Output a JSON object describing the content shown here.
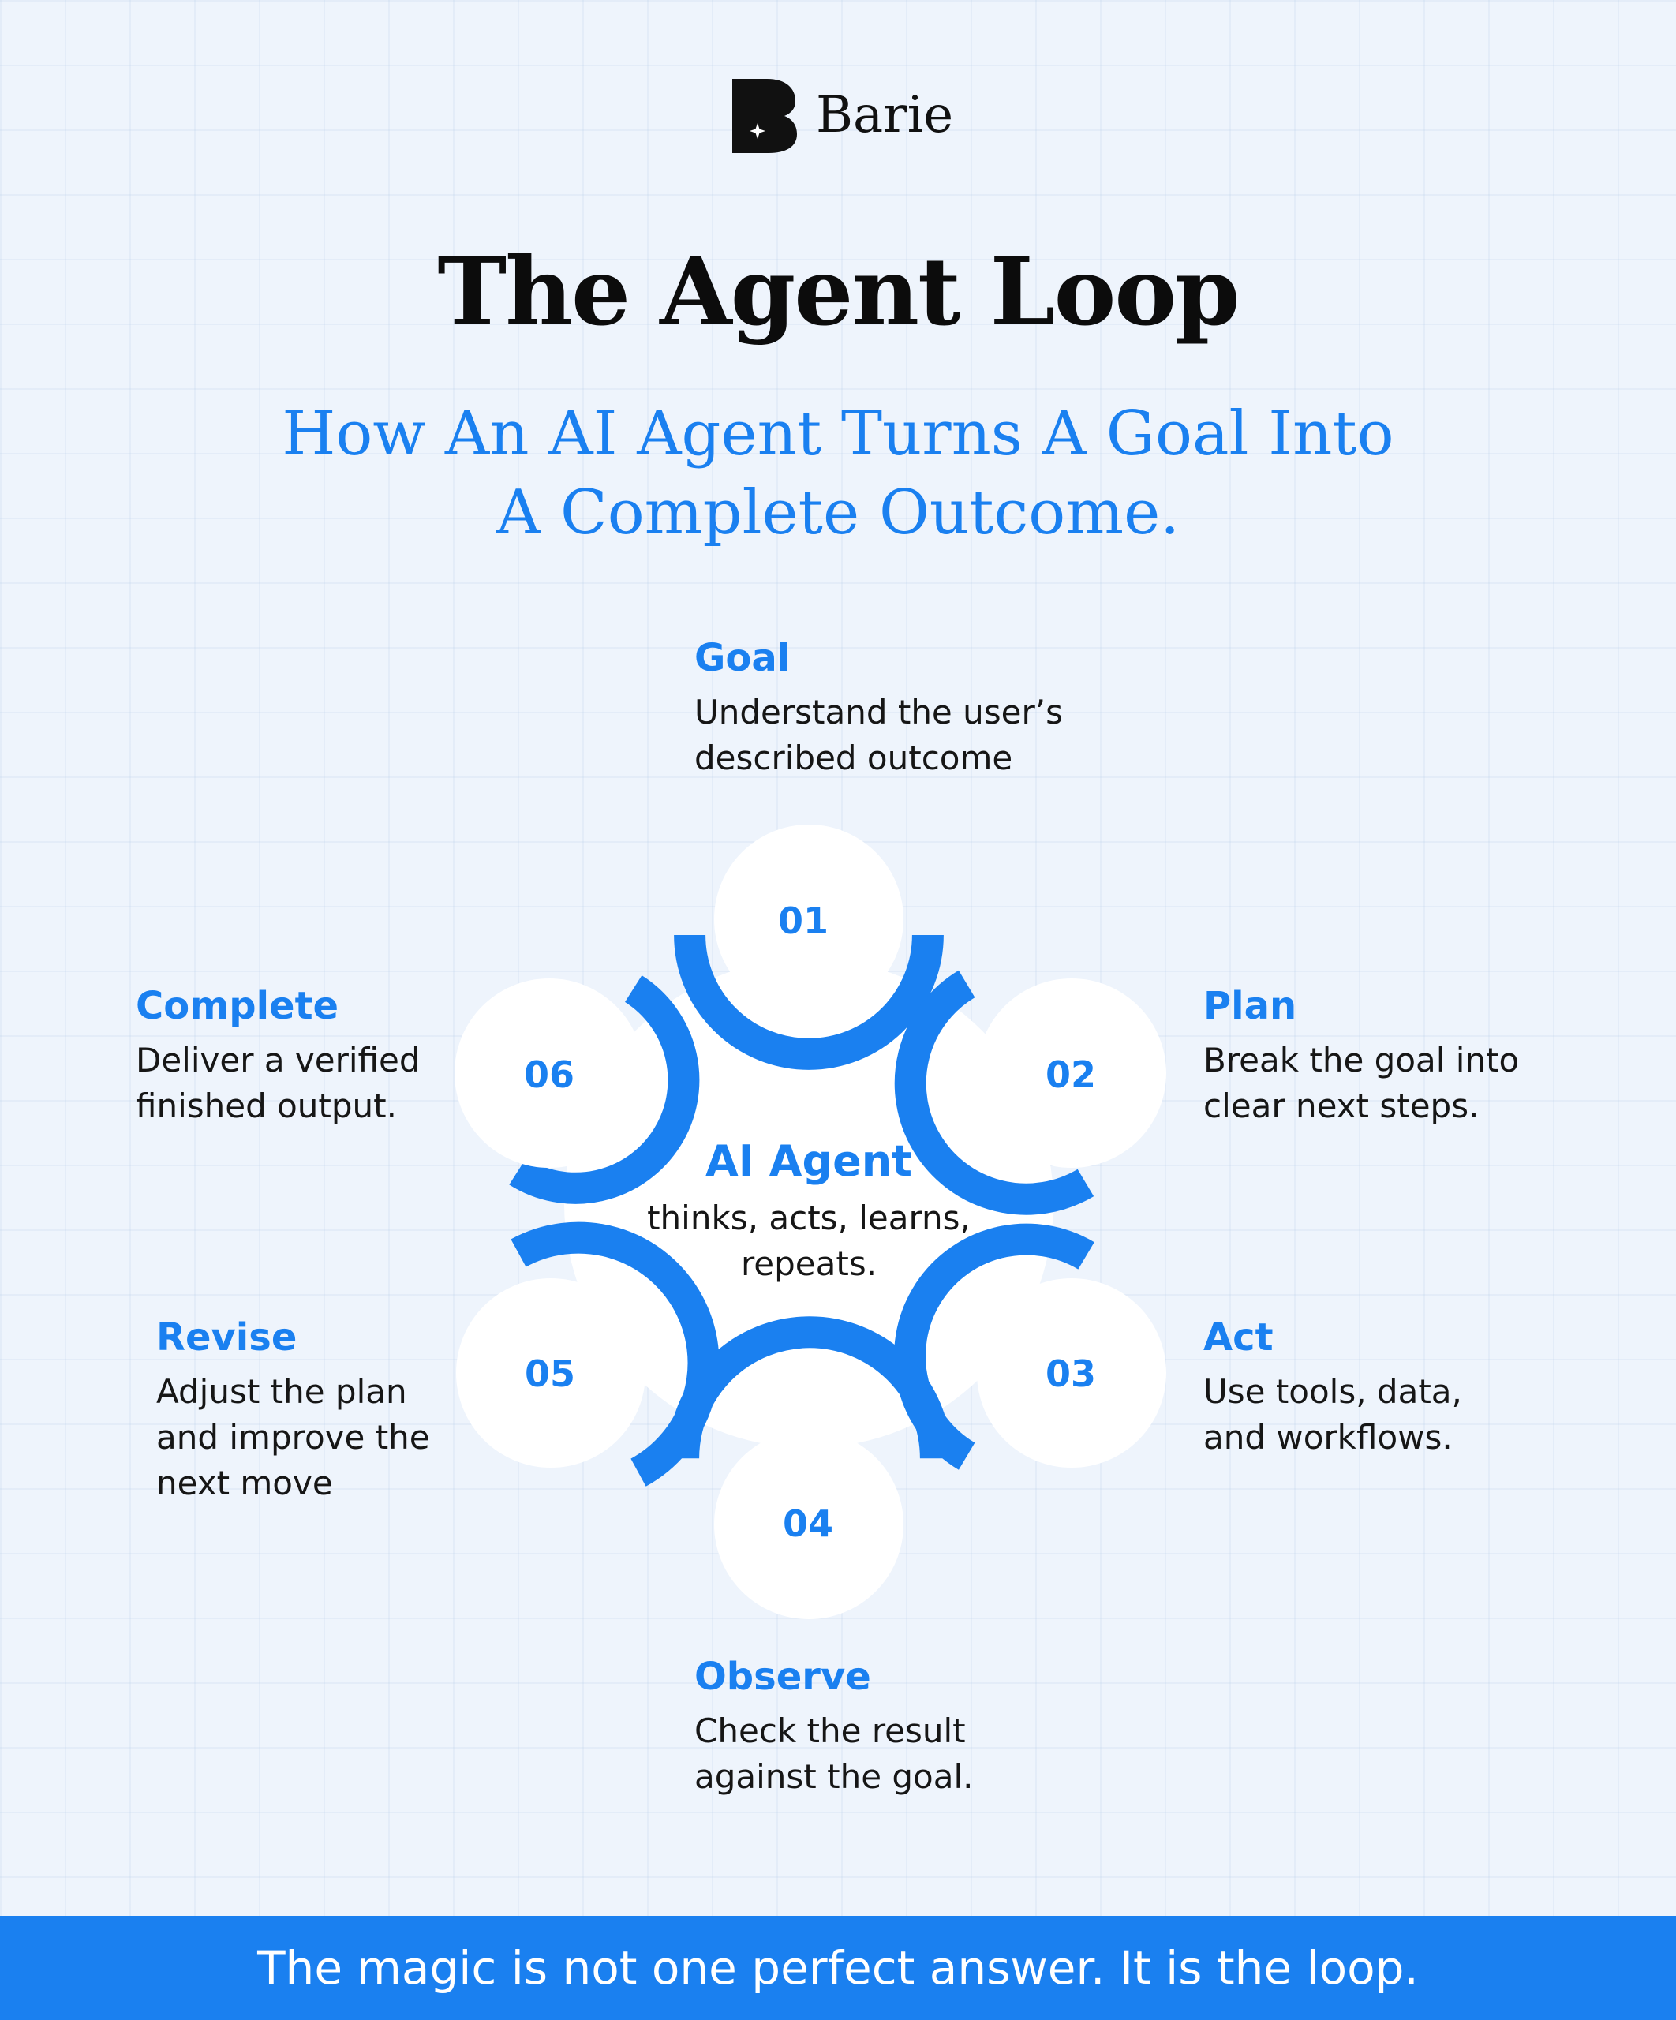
{
  "brand": {
    "name": "Barie",
    "logo_icon": "barie-b-logo-icon"
  },
  "header": {
    "title": "The Agent Loop",
    "subtitle_lines": [
      "How An AI Agent Turns A Goal Into",
      "A Complete Outcome."
    ]
  },
  "center": {
    "title": "AI Agent",
    "desc_lines": [
      "thinks, acts, learns,",
      "repeats."
    ]
  },
  "steps": [
    {
      "number": "01",
      "title": "Goal",
      "desc_lines": [
        "Understand the user’s",
        "described outcome"
      ]
    },
    {
      "number": "02",
      "title": "Plan",
      "desc_lines": [
        "Break the goal into",
        "clear next steps."
      ]
    },
    {
      "number": "03",
      "title": "Act",
      "desc_lines": [
        "Use tools, data,",
        "and workflows."
      ]
    },
    {
      "number": "04",
      "title": "Observe",
      "desc_lines": [
        "Check the result",
        "against the goal."
      ]
    },
    {
      "number": "05",
      "title": "Revise",
      "desc_lines": [
        "Adjust the plan",
        "and improve the",
        "next move"
      ]
    },
    {
      "number": "06",
      "title": "Complete",
      "desc_lines": [
        "Deliver a verified",
        "finished output."
      ]
    }
  ],
  "footer": {
    "text": "The magic is not one perfect answer. It is the loop."
  },
  "colors": {
    "accent": "#1a80f0",
    "background": "#eef4fc",
    "text": "#161616",
    "node_fill": "#ffffff"
  }
}
